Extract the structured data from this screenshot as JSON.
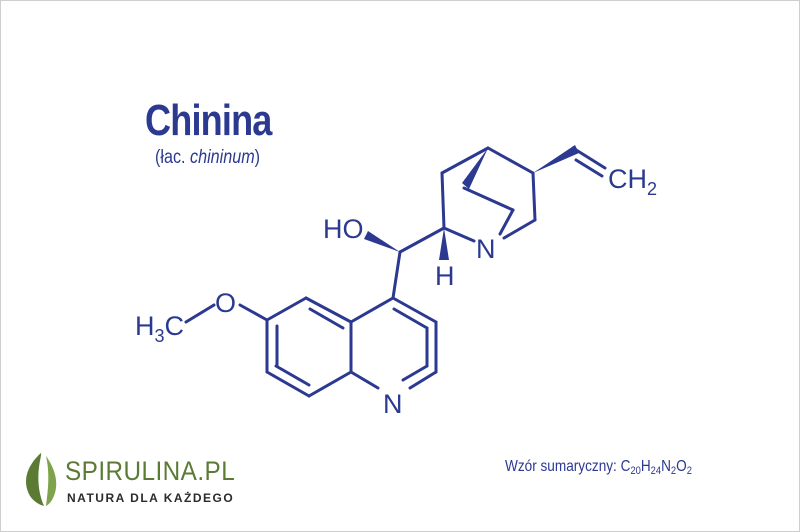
{
  "title": "Chinina",
  "subtitle": {
    "prefix": "(łac. ",
    "latin": "chininum",
    "suffix": ")"
  },
  "atoms": {
    "ho": "HO",
    "h": "H",
    "n_bicyclic": "N",
    "n_quinoline": "N",
    "o_methoxy": "O",
    "h3c_h": "H",
    "h3c_sub": "3",
    "h3c_c": "C",
    "ch2_ch": "CH",
    "ch2_sub": "2"
  },
  "formula": {
    "label": "Wzór sumaryczny: ",
    "elements": [
      {
        "symbol": "C",
        "count": "20"
      },
      {
        "symbol": "H",
        "count": "24"
      },
      {
        "symbol": "N",
        "count": "2"
      },
      {
        "symbol": "O",
        "count": "2"
      }
    ]
  },
  "logo": {
    "brand": "SPIRULINA.PL",
    "tagline": "NATURA DLA KAŻDEGO",
    "icon": "leaf-icon",
    "color_primary": "#5b7b35",
    "color_dark": "#3e5a22"
  },
  "colors": {
    "structure": "#2b3990"
  }
}
